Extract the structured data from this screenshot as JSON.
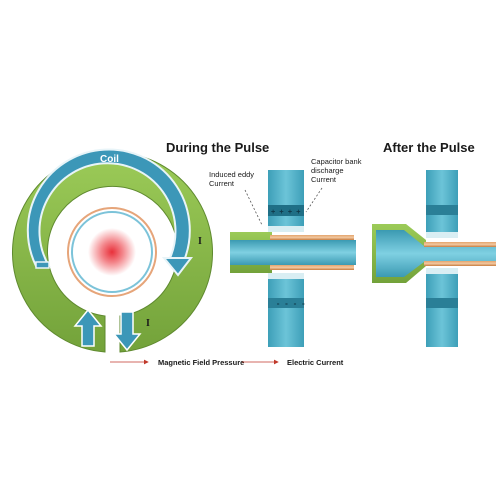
{
  "titles": {
    "during": "During the Pulse",
    "after": "After the Pulse"
  },
  "coil": {
    "label": "Coil",
    "current_symbol_right": "I",
    "current_symbol_bottom": "I"
  },
  "annotations": {
    "induced_line1": "Induced eddy",
    "induced_line2": "Current",
    "capacitor_line1": "Capacitor bank",
    "capacitor_line2": "discharge",
    "capacitor_line3": "Current",
    "charges_top": "+ + + +",
    "charges_bottom": "- - - -"
  },
  "legend": {
    "magnetic": "Magnetic Field Pressure",
    "electric": "Electric Current"
  },
  "colors": {
    "coil_green": "#8db84a",
    "coil_blue": "#3c97b8",
    "tube_teal": "#4db0c6",
    "core_red": "#e8303a",
    "copper": "#d28a4e",
    "arrow_red": "#c0392b"
  }
}
